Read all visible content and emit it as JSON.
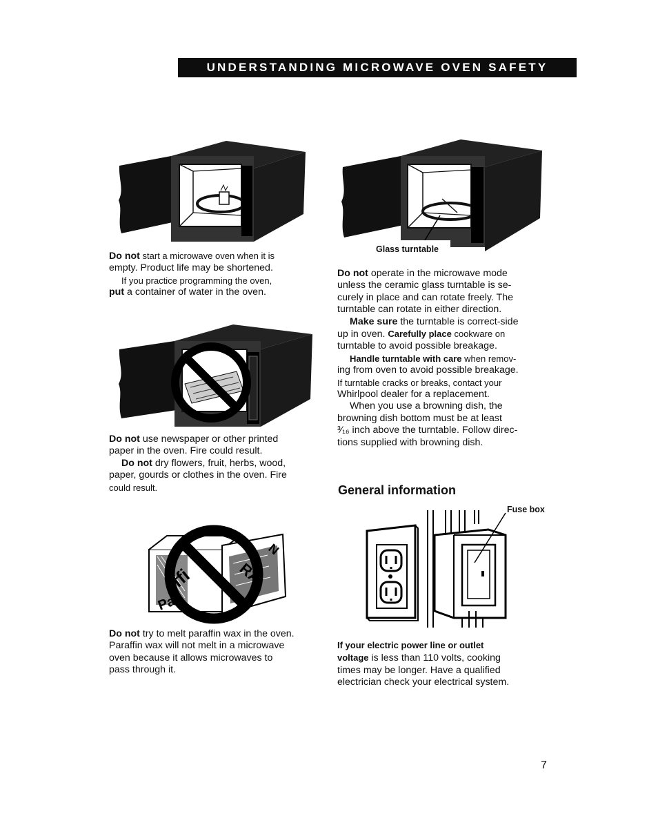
{
  "header": {
    "title": "UNDERSTANDING MICROWAVE OVEN SAFETY"
  },
  "left": {
    "block1": {
      "l1_bold": "Do not",
      "l1_rest": " start a microwave oven when it is",
      "l2": "empty. Product life may be shortened.",
      "l3": "If you practice programming the oven,",
      "l4_bold": "put",
      "l4_rest": " a container of water in the oven."
    },
    "block2": {
      "a_bold": "Do not",
      "a_rest": " use newspaper or other printed",
      "a2": "paper in the oven. Fire could result.",
      "b_bold": "Do not",
      "b_rest": " dry flowers, fruit, herbs, wood,",
      "b2": "paper, gourds or clothes in the oven. Fire",
      "b3": "could result."
    },
    "block3": {
      "l1_bold": "Do not",
      "l1_rest": " try to melt paraffin wax in the oven.",
      "l2": "Paraffin wax will not melt in a microwave",
      "l3": "oven because it allows microwaves to",
      "l4": "pass through it."
    }
  },
  "right": {
    "figure_label": "Glass turntable",
    "block1": {
      "a_bold": "Do not",
      "a_rest": " operate in the microwave mode",
      "a2": "unless the ceramic glass turntable is se-",
      "a3": "curely in place and can rotate freely. The",
      "a4": "turntable can rotate in either direction.",
      "b_bold": "Make sure",
      "b_rest": " the turntable is correct-side",
      "b2a": "up in oven. ",
      "b2_bold": "Carefully place",
      "b2_rest": " cookware on",
      "b3": "turntable to avoid possible breakage.",
      "c_bold": "Handle turntable with care",
      "c_rest": " when remov-",
      "c2": "ing from oven to avoid possible breakage.",
      "d1": "If turntable cracks or breaks, contact your",
      "d2": "Whirlpool dealer for a replacement.",
      "e1": "When you use a browning dish, the",
      "e2": "browning dish bottom must be at least",
      "e3_frac": "³⁄₁₆",
      "e3_rest": " inch above the turntable. Follow direc-",
      "e4": "tions supplied with browning dish."
    },
    "section_title": "General information",
    "fuse_label": "Fuse box",
    "block2": {
      "l1_bold": "If your electric power line or outlet",
      "l2_bold": "voltage",
      "l2_rest": " is less than 110 volts, cooking",
      "l3": "times may be longer. Have a qualified",
      "l4": "electrician check your electrical system."
    }
  },
  "paraffin_letters": {
    "a": "Pa",
    "b": "ffi",
    "c": "RA",
    "d": "N"
  },
  "page_number": "7"
}
